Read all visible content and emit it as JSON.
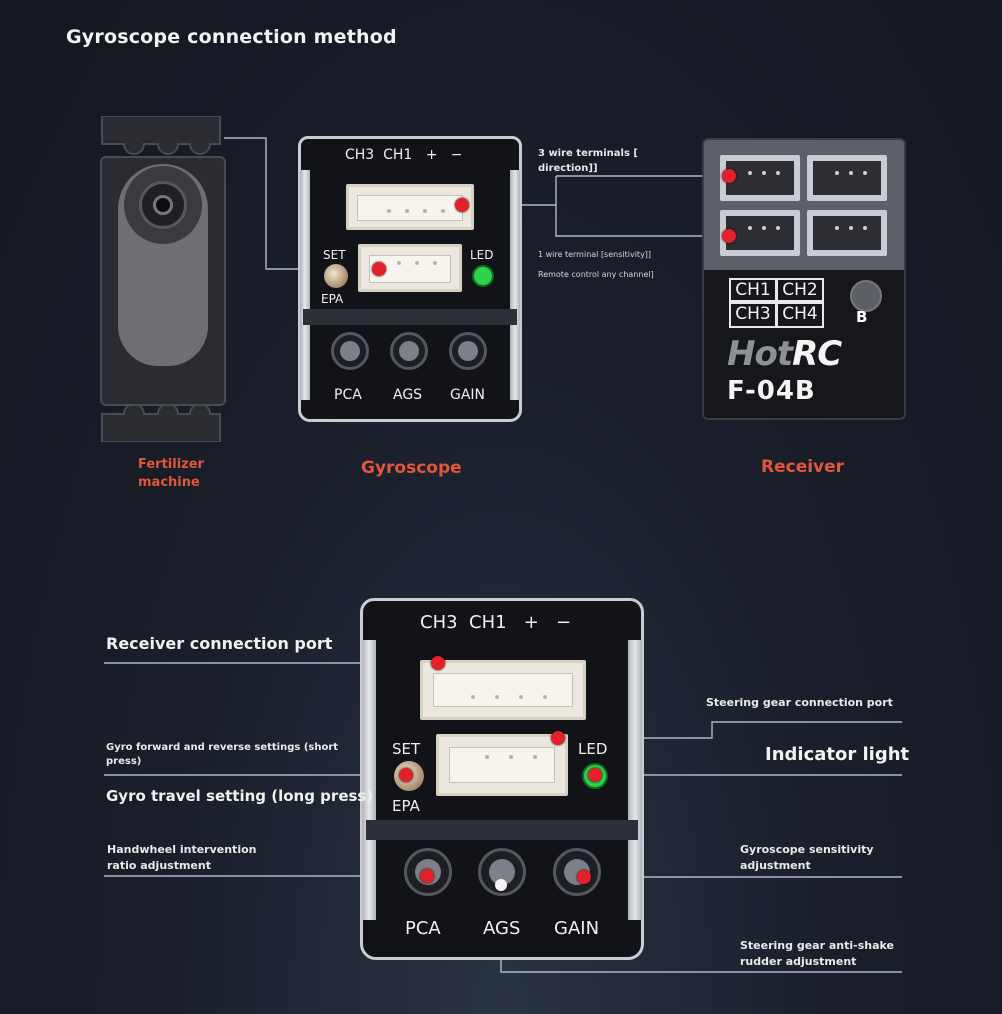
{
  "title": "Gyroscope connection method",
  "servo_label": "Fertilizer\nmachine",
  "gyro_label": "Gyroscope",
  "receiver_label": "Receiver",
  "gyro": {
    "header": [
      "CH3",
      "CH1",
      "+",
      "−"
    ],
    "set": "SET",
    "epa": "EPA",
    "led": "LED",
    "knobs": [
      "PCA",
      "AGS",
      "GAIN"
    ]
  },
  "receiver": {
    "channels": [
      "CH1",
      "CH2",
      "CH3",
      "CH4"
    ],
    "button": "B",
    "brand_a": "Hot",
    "brand_b": "RC",
    "model": "F-04B"
  },
  "top_annotations": {
    "three_wire": "3 wire terminals [\ndirection]]",
    "one_wire": "1 wire terminal [sensitivity]]",
    "remote": "Remote control any channel]"
  },
  "callouts": {
    "receiver_port": "Receiver connection port",
    "steering_port": "Steering gear connection port",
    "gyro_fwd": "Gyro forward and reverse settings (short\npress)",
    "indicator": "Indicator light",
    "gyro_travel": "Gyro travel setting (long press)",
    "handwheel": "Handwheel intervention\nratio adjustment",
    "sensitivity": "Gyroscope sensitivity\nadjustment",
    "antishake": "Steering gear anti-shake\nrudder adjustment"
  },
  "colors": {
    "accent_orange": "#e0573a",
    "red_dot": "#e4212b",
    "led_green": "#2fd24e",
    "line": "#b8c2cf"
  }
}
